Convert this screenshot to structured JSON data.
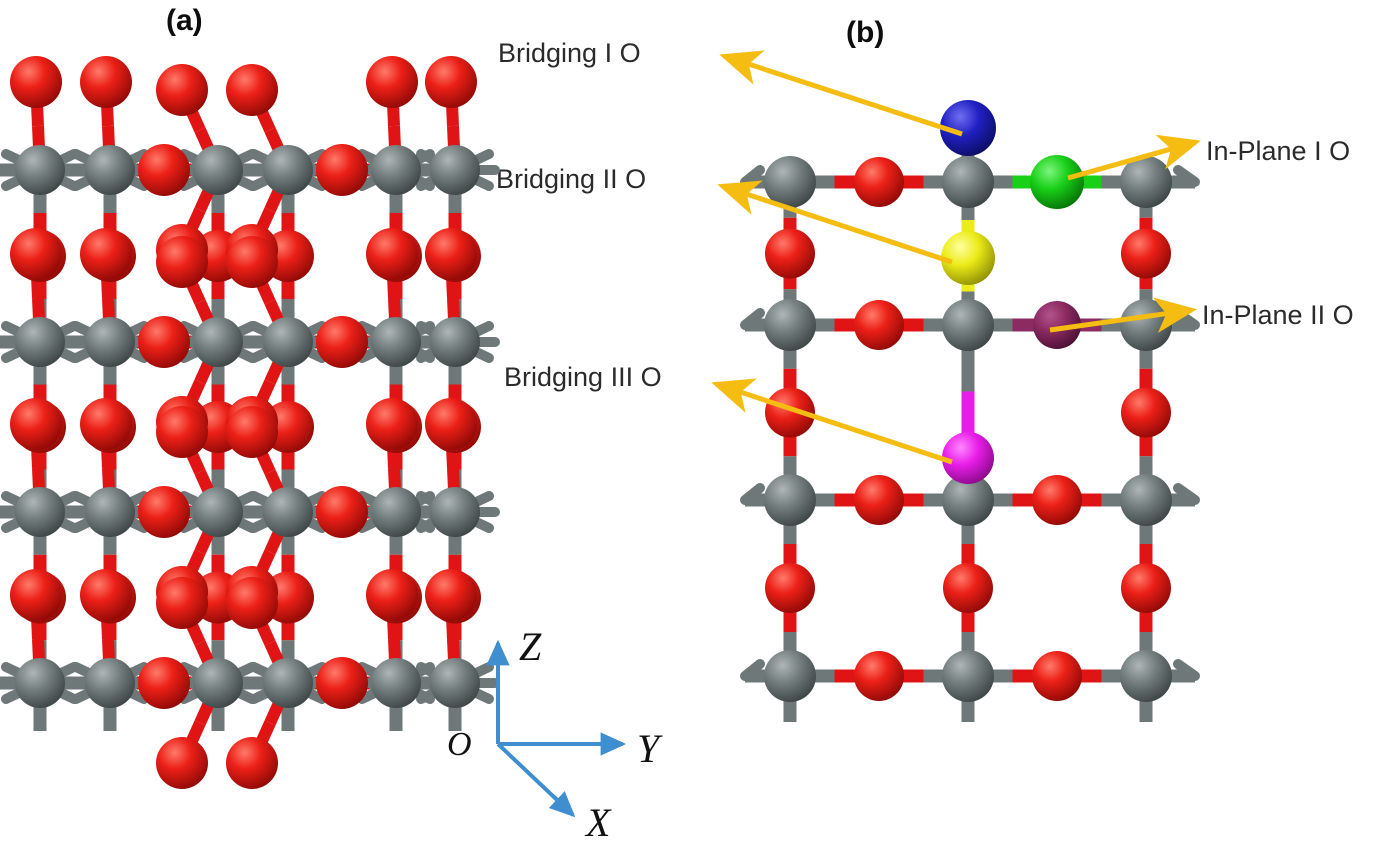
{
  "figure": {
    "panels": [
      {
        "id": "a",
        "label": "(a)"
      },
      {
        "id": "b",
        "label": "(b)"
      }
    ]
  },
  "callouts": [
    {
      "id": "bridging-1",
      "label": "Bridging I O",
      "color": "#1f1fc8",
      "side": "left"
    },
    {
      "id": "bridging-2",
      "label": "Bridging II O",
      "color": "#ecec1a",
      "side": "left"
    },
    {
      "id": "bridging-3",
      "label": "Bridging III O",
      "color": "#e81ee8",
      "side": "left"
    },
    {
      "id": "inplane-1",
      "label": "In-Plane I O",
      "color": "#18d018",
      "side": "right"
    },
    {
      "id": "inplane-2",
      "label": "In-Plane II O",
      "color": "#8c2a62",
      "side": "right"
    }
  ],
  "axes": {
    "origin_label": "O",
    "z_label": "Z",
    "y_label": "Y",
    "x_label": "X",
    "color": "#3f8fd0"
  },
  "palette": {
    "oxygen": "#e01414",
    "metal": "#6e7878",
    "background": "#ffffff",
    "arrow": "#f5bc12",
    "label_text": "#2b2b2b",
    "bridging_1": "#1f1fc8",
    "bridging_2": "#ecec1a",
    "bridging_3": "#e81ee8",
    "inplane_1": "#18d018",
    "inplane_2": "#8c2a62"
  }
}
